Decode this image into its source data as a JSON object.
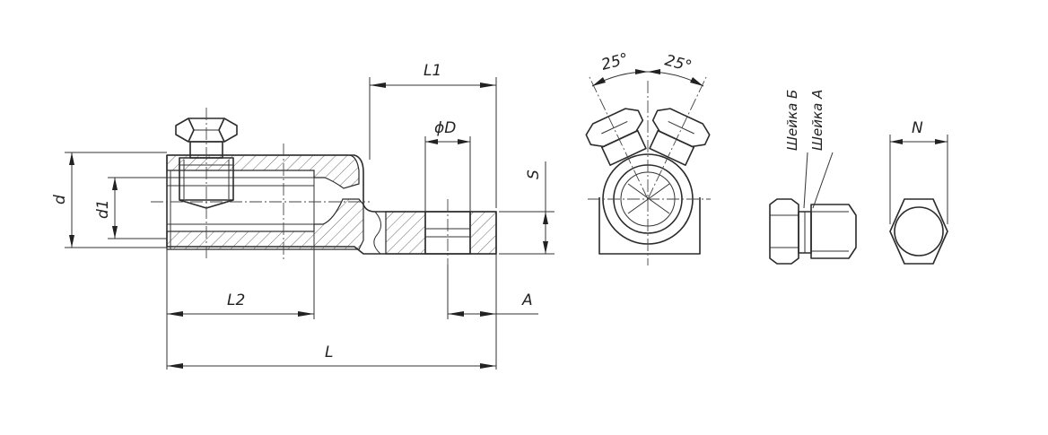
{
  "labels": {
    "L": "L",
    "L1": "L1",
    "L2": "L2",
    "D": "ϕD",
    "d": "d",
    "d1": "d1",
    "S": "S",
    "A": "A",
    "N": "N",
    "angle_left": "25°",
    "angle_right": "25°",
    "neck_b": "Шейка Б",
    "neck_a": "Шейка А"
  }
}
